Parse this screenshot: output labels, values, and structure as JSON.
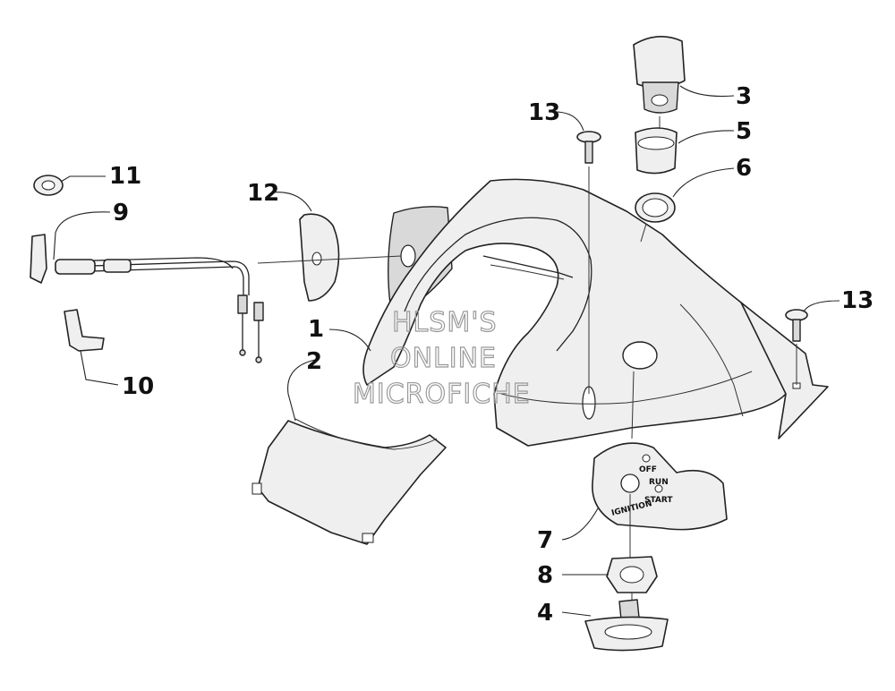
{
  "watermark": {
    "line1": "HLSM'S",
    "line2": "ONLINE",
    "line3": "MICROFICHE"
  },
  "ignition_plate": {
    "ignition": "IGNITION",
    "off": "OFF",
    "run": "RUN",
    "start": "START"
  },
  "callouts": {
    "c1": "1",
    "c2": "2",
    "c3": "3",
    "c4": "4",
    "c5": "5",
    "c6": "6",
    "c7": "7",
    "c8": "8",
    "c9": "9",
    "c10": "10",
    "c11": "11",
    "c12": "12",
    "c13a": "13",
    "c13b": "13"
  }
}
